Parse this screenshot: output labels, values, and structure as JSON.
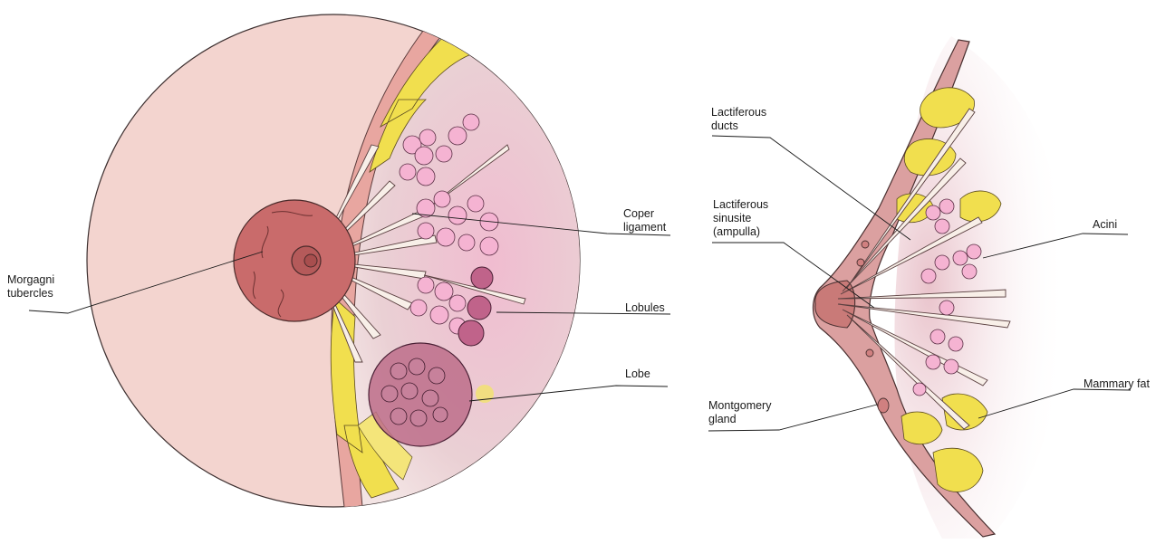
{
  "labels": {
    "morgagni": "Morgagni tubercles",
    "coper": "Coper ligament",
    "lobules": "Lobules",
    "lobe": "Lobe",
    "lact_ducts": "Lactiferous ducts",
    "lact_sinus": "Lactiferous sinusite (ampulla)",
    "acini": "Acini",
    "montgomery": "Montgomery gland",
    "mammary_fat": "Mammary fat"
  },
  "colors": {
    "skin": "#f2d3cf",
    "areola": "#c96b6b",
    "tissue": "#ecd3d6",
    "lobule": "#f2a7cc",
    "lobe": "#b85a7a",
    "fat": "#f2df4f",
    "duct": "#f7ede6",
    "outline": "#4a3a3a"
  }
}
